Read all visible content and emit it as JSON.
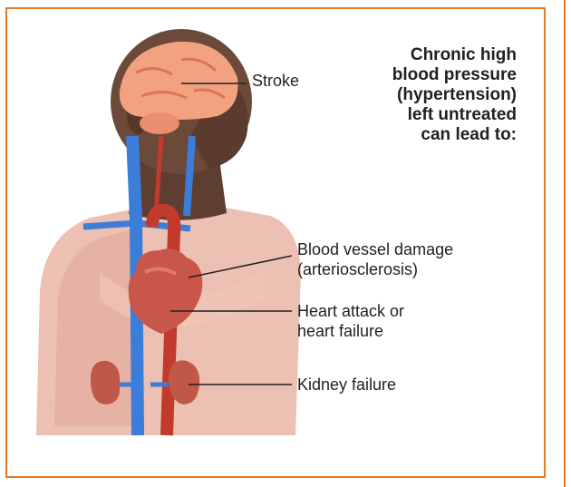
{
  "heading": {
    "lines": [
      "Chronic high",
      "blood pressure",
      "(hypertension)",
      "left untreated",
      "can lead to:"
    ]
  },
  "labels": {
    "stroke": [
      "Stroke"
    ],
    "vessel": [
      "Blood vessel damage",
      "(arteriosclerosis)"
    ],
    "heart": [
      "Heart attack or",
      "heart failure"
    ],
    "kidney": [
      "Kidney failure"
    ]
  },
  "colors": {
    "frame": "#e87722",
    "text": "#231f20",
    "skin": "#6b4a3a",
    "torso": "#e9b9ab",
    "vein": "#3b7dd8",
    "artery": "#c23a2c",
    "brain": "#f2a27e"
  }
}
